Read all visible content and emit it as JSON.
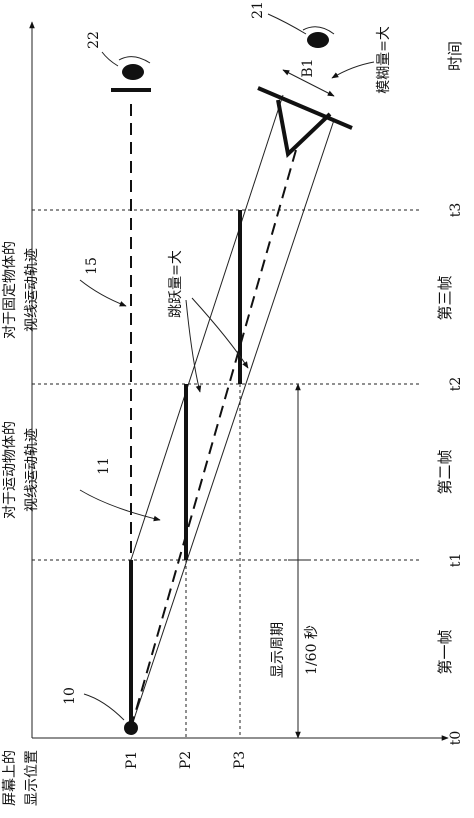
{
  "axis": {
    "y_label_line1": "屏幕上的",
    "y_label_line2": "显示位置",
    "x_label": "时间"
  },
  "times": [
    "t0",
    "t1",
    "t2",
    "t3"
  ],
  "positions": [
    "P1",
    "P2",
    "P3"
  ],
  "frames": [
    "第一帧",
    "第二帧",
    "第三帧"
  ],
  "display_period": {
    "label": "显示周期",
    "value": "1/60 秒"
  },
  "labels": {
    "ref_10": "10",
    "ref_11": "11",
    "ref_15": "15",
    "ref_21": "21",
    "ref_22": "22",
    "b1": "B1",
    "blur_amount": "模糊量=大",
    "jump_amount": "跳跃量=大",
    "moving_line1": "对于运动物体的",
    "moving_line2": "视线运动轨迹",
    "fixed_line1": "对于固定物体的",
    "fixed_line2": "视线运动轨迹"
  }
}
